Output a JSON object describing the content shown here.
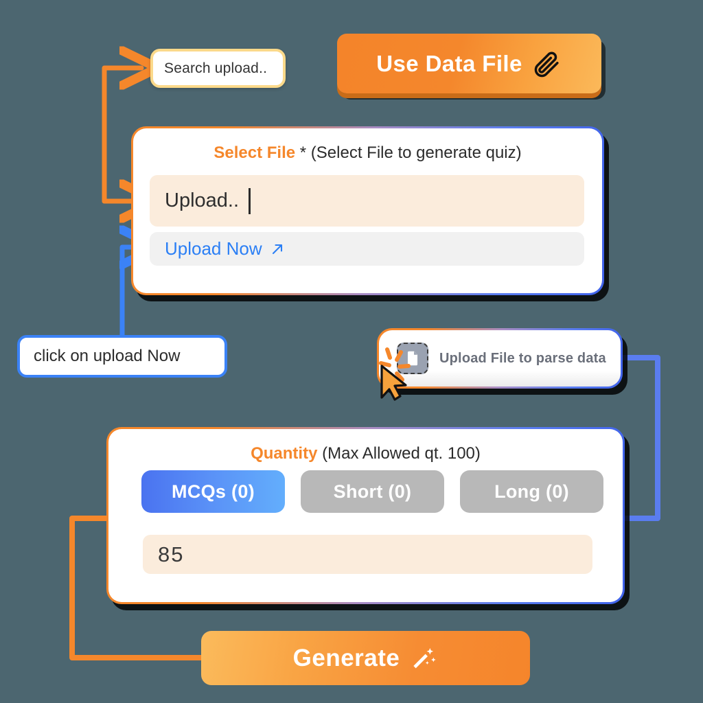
{
  "background_color": "#4c6670",
  "accent_orange": "#f5872b",
  "accent_blue": "#3b82f6",
  "search": {
    "name": "search-upload",
    "placeholder": "Search upload..",
    "value": "Search upload.."
  },
  "use_data_file": {
    "label": "Use Data File",
    "icon": "paperclip-icon"
  },
  "select_file_card": {
    "title_highlight": "Select File",
    "title_rest": "* (Select File to generate quiz)",
    "upload_field": {
      "value": "Upload..",
      "placeholder": "Upload..",
      "has_caret": true
    },
    "upload_now": {
      "label": "Upload Now",
      "icon": "arrow-up-right-icon"
    }
  },
  "callout": {
    "text": "click on upload Now"
  },
  "parse_card": {
    "label": "Upload File to parse data",
    "icon": "file-document-icon",
    "cursor": "click-cursor-icon"
  },
  "quantity_card": {
    "title_highlight": "Quantity",
    "title_rest": "(Max Allowed qt. 100)",
    "max_allowed": 100,
    "tabs": [
      {
        "label": "MCQs (0)",
        "count": 0,
        "active": true
      },
      {
        "label": "Short (0)",
        "count": 0,
        "active": false
      },
      {
        "label": "Long (0)",
        "count": 0,
        "active": false
      }
    ],
    "value_field": {
      "value": "85",
      "placeholder": "85"
    }
  },
  "generate": {
    "label": "Generate",
    "icon": "magic-wand-icon"
  }
}
